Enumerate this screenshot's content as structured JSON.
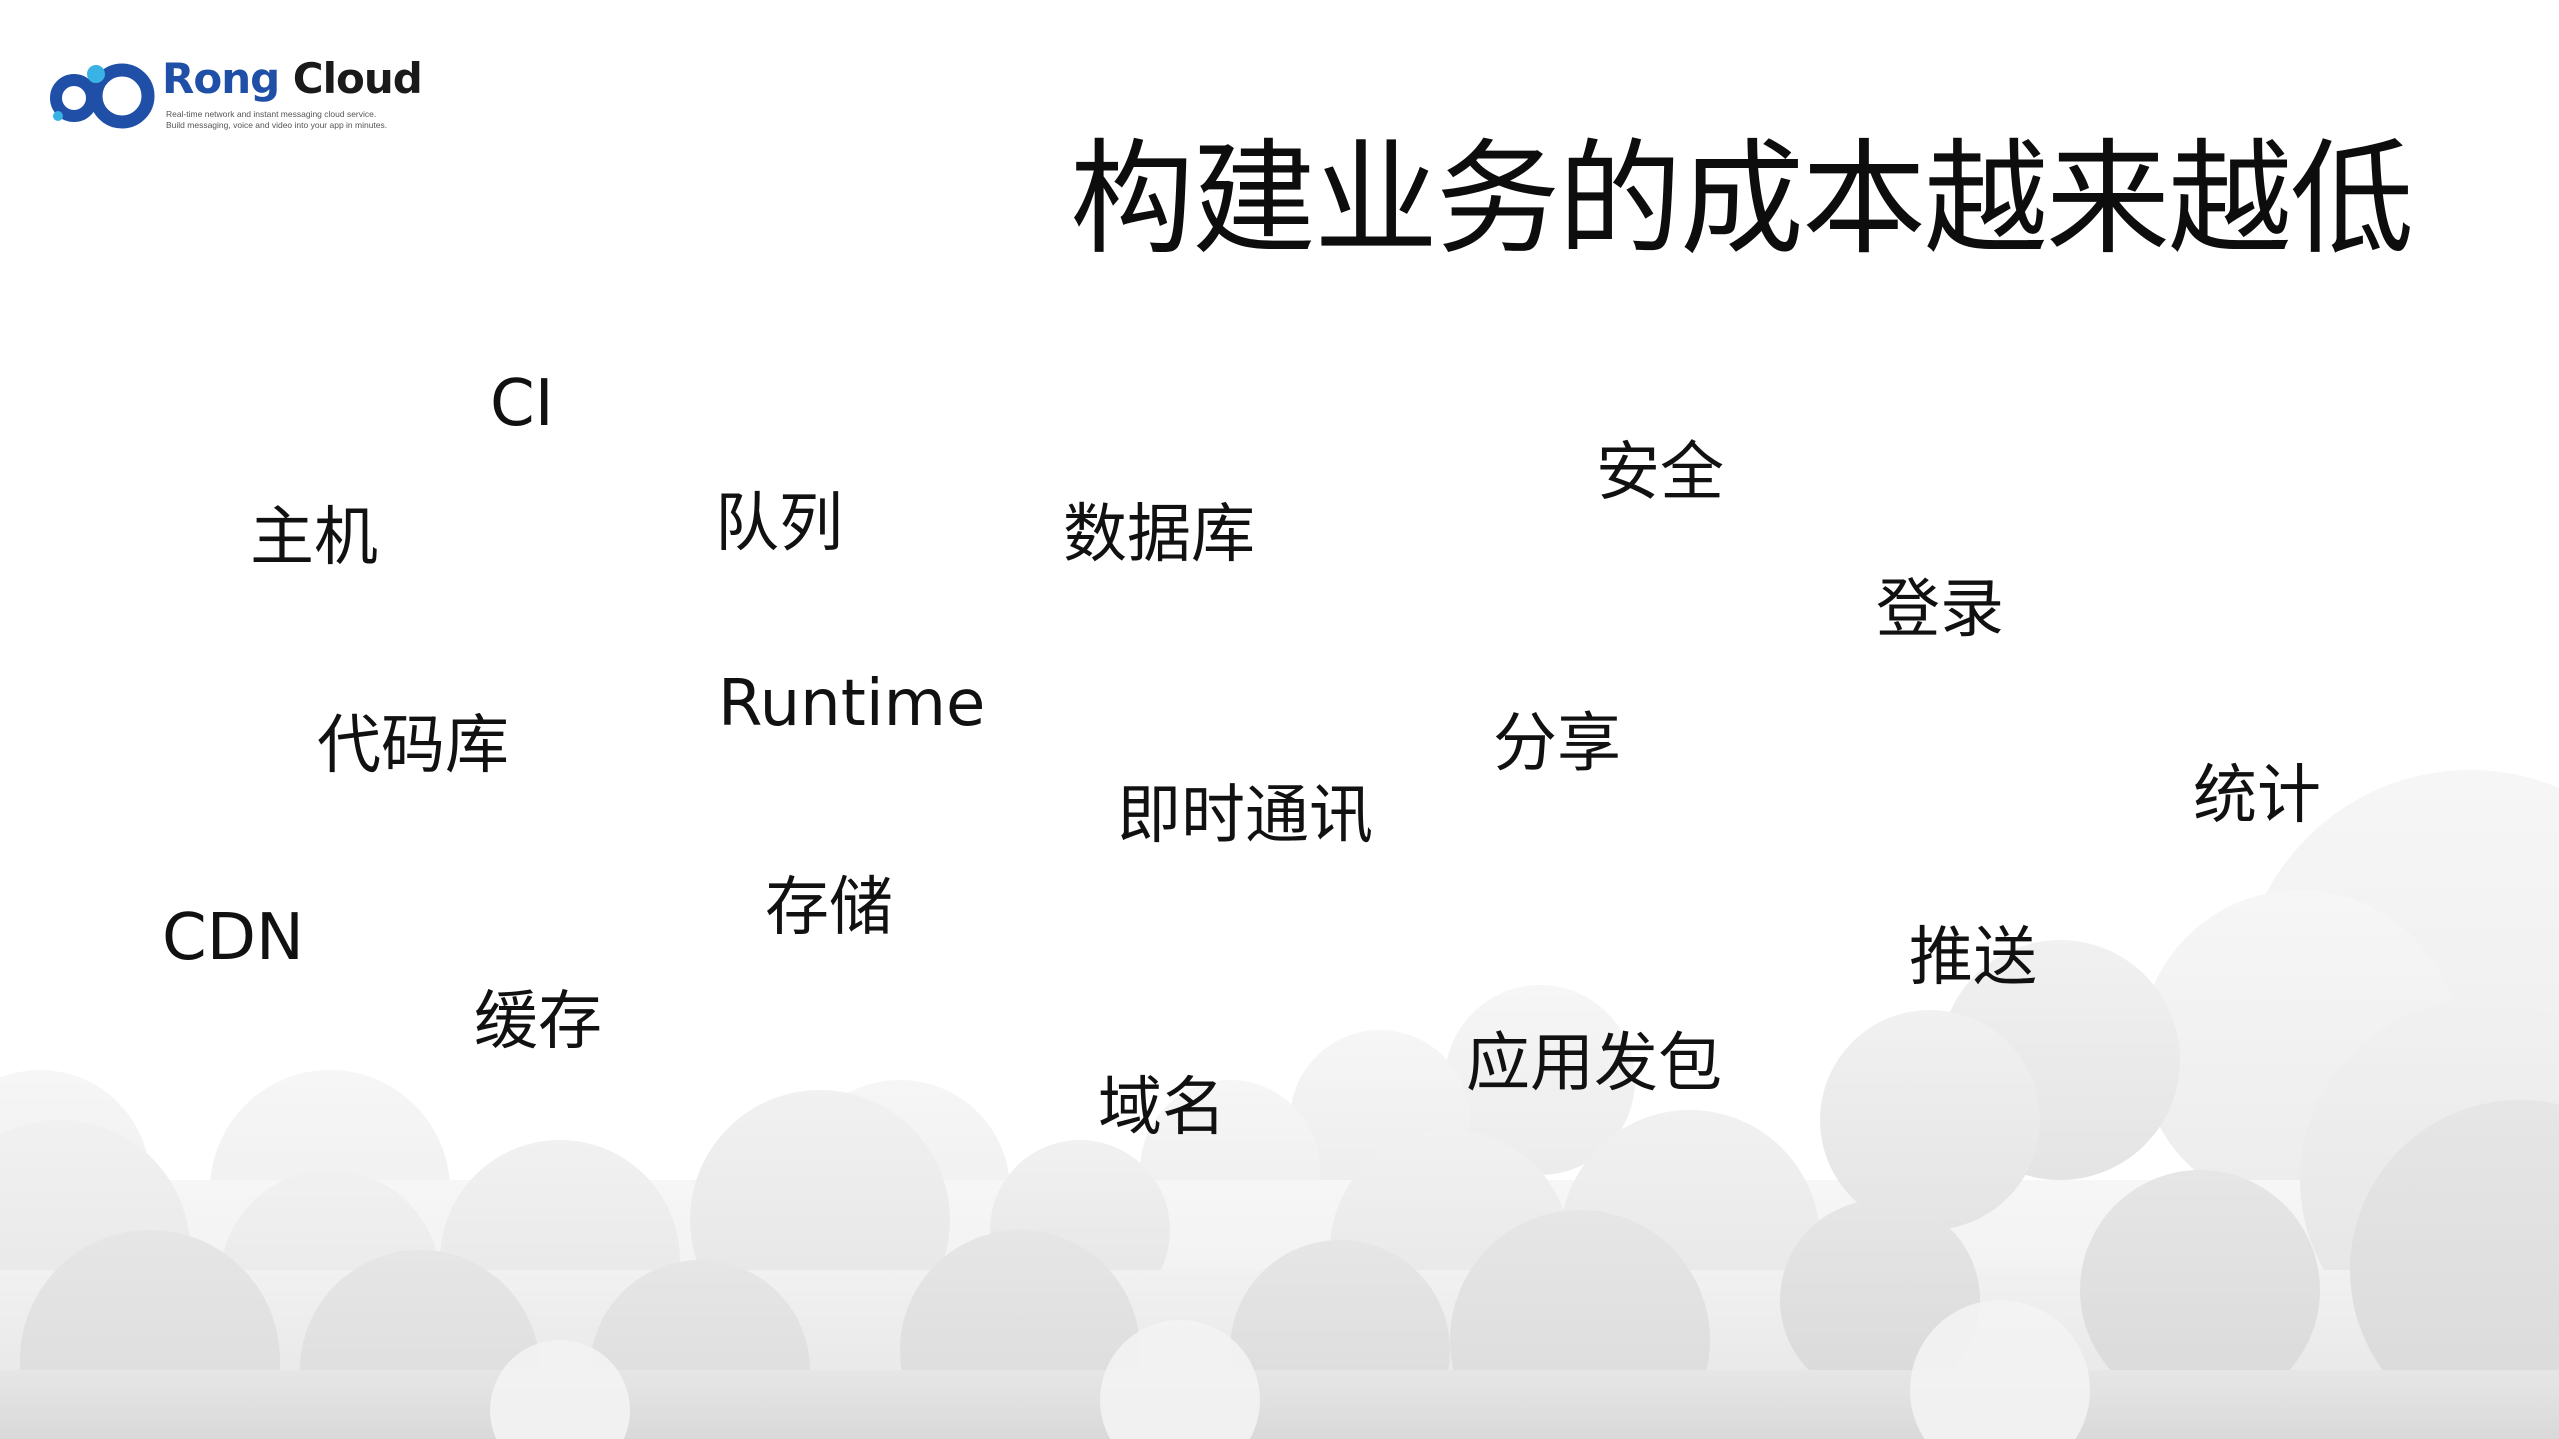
{
  "logo": {
    "word_part1": "Rong",
    "word_part2": "Cloud",
    "tagline_line1": "Real-time network and instant messaging cloud service.",
    "tagline_line2": "Build messaging, voice and video into your app in minutes.",
    "colors": {
      "brand_blue": "#1f4fa6",
      "brand_dark": "#1a1a1a"
    }
  },
  "title": "构建业务的成本越来越低",
  "words": {
    "ci": "CI",
    "host": "主机",
    "queue": "队列",
    "database": "数据库",
    "security": "安全",
    "login": "登录",
    "code_repo": "代码库",
    "runtime": "Runtime",
    "share": "分享",
    "im": "即时通讯",
    "stats": "统计",
    "storage": "存储",
    "cdn": "CDN",
    "cache": "缓存",
    "push": "推送",
    "app_release": "应用发包",
    "domain": "域名"
  }
}
